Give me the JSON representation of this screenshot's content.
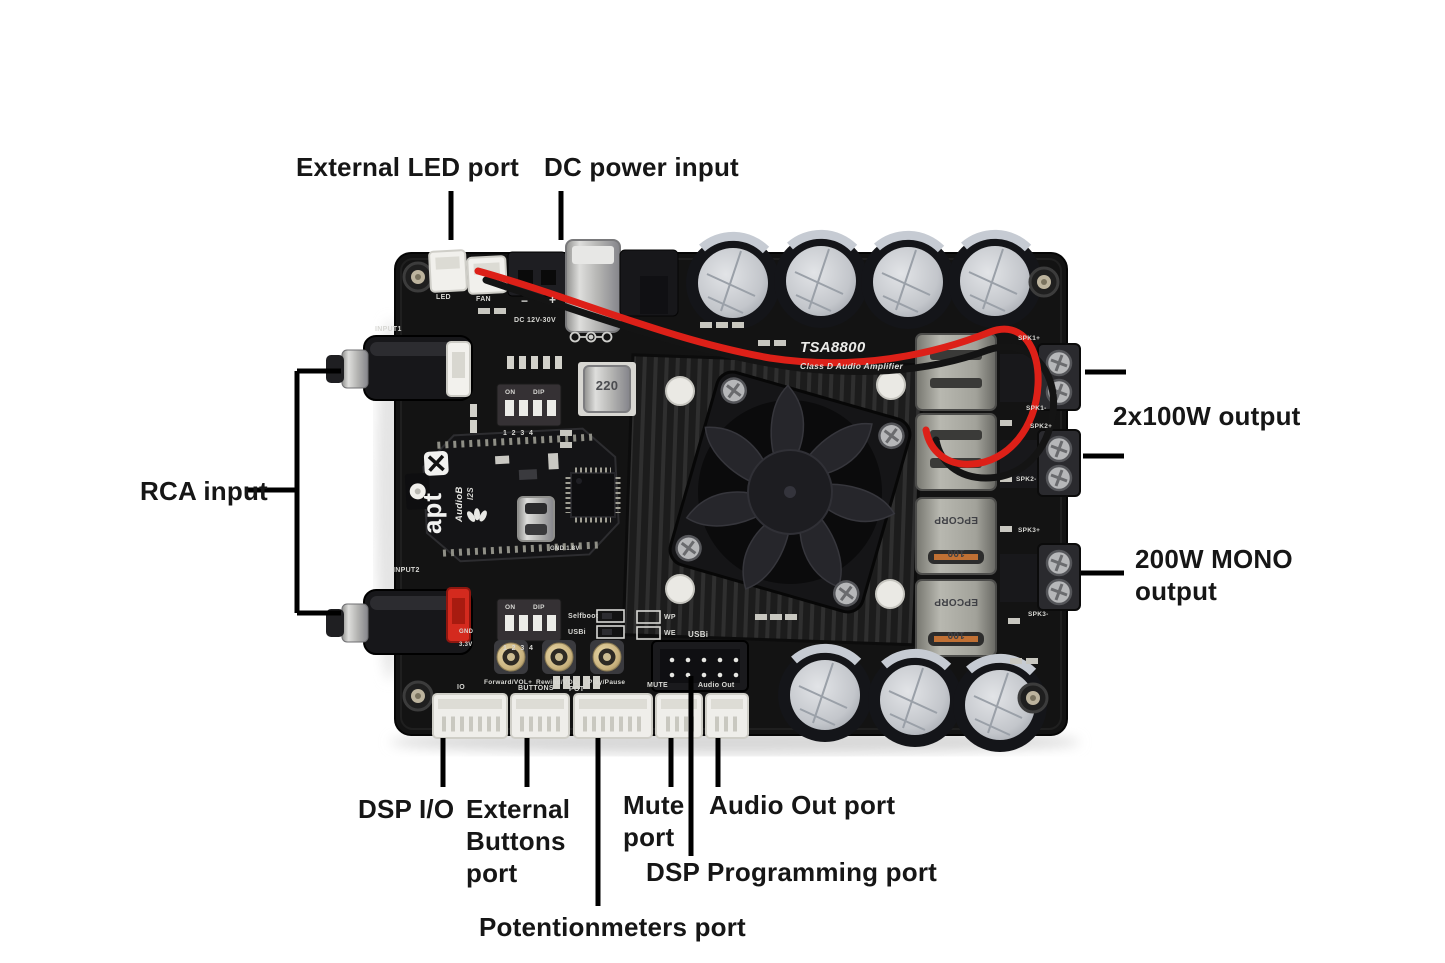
{
  "figure": {
    "description": "Annotated top view photo of a TSA8800 Class D audio amplifier PCB with port callouts"
  },
  "callouts": {
    "external_led_port": "External LED port",
    "dc_power_input": "DC power input",
    "rca_input": "RCA input",
    "output_2x100w": "2x100W output",
    "output_200w_line1": "200W MONO",
    "output_200w_line2": "output",
    "dsp_io": "DSP I/O",
    "external_buttons_line1": "External",
    "external_buttons_line2": "Buttons",
    "external_buttons_line3": "port",
    "mute_line1": "Mute",
    "mute_line2": "port",
    "audio_out_port": "Audio Out port",
    "dsp_programming_port": "DSP Programming port",
    "potentiometers_port": "Potentionmeters port"
  },
  "board": {
    "model": "TSA8800",
    "model_subtitle": "Class D Audio Amplifier",
    "silkscreen": {
      "led": "LED",
      "fan": "FAN",
      "minus": "−",
      "plus": "+",
      "dc_range": "DC 12V-30V",
      "input1": "INPUT1",
      "input2": "INPUT2",
      "dip_on": "ON",
      "dip_label": "DIP",
      "dip_pins": "1  2  3  4",
      "gnd": "GND",
      "v33": "3.3V",
      "btn_forward": "Forward/VOL+",
      "btn_rewind": "Rewind/VOL-",
      "btn_play": "Play/Pause",
      "selfboot": "Selfboot",
      "usbi_jumper": "USBi",
      "wp": "WP",
      "we": "WE",
      "usbi_header": "USBi",
      "conn_io": "IO",
      "conn_buttons": "BUTTONS",
      "conn_pot": "POT",
      "conn_mute": "MUTE",
      "conn_audio_out": "Audio Out",
      "spk1_plus": "SPK1+",
      "spk1_minus": "SPK1-",
      "spk2_plus": "SPK2+",
      "spk2_minus": "SPK2-",
      "spk3_plus": "SPK3+",
      "spk3_minus": "SPK3-",
      "gnd_18": "GND 1.8V",
      "inductor_220": "220",
      "inductor_100": "100",
      "inductor_brand": "EPCORP",
      "module_logo": "apt",
      "module_name": "AudioB",
      "module_bus": "I2S"
    }
  },
  "colors": {
    "background": "#ffffff",
    "pcb": "#131313",
    "callout_text": "#161616",
    "callout_line": "#000000",
    "silkscreen": "#d8d8d4",
    "wire_red": "#dd2018",
    "wire_black": "#141414",
    "capacitor_top": "#c3c6cb",
    "inductor_body": "#a8a8a0",
    "connector_white": "#efeeea",
    "latch_red": "#d42a1e",
    "button_gold": "#c9b27e"
  }
}
